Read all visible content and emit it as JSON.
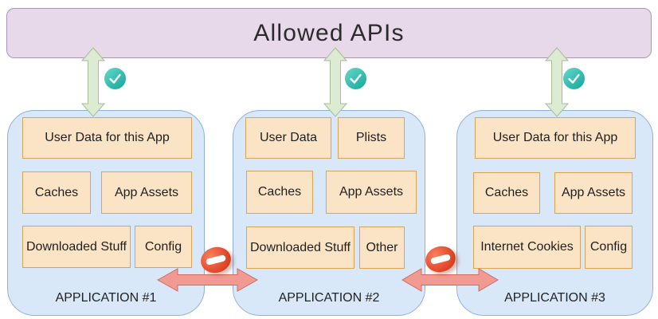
{
  "title": "Allowed APIs",
  "apps": [
    {
      "label": "APPLICATION #1",
      "boxes": [
        {
          "label": "User Data for this App"
        },
        {
          "label": "Caches"
        },
        {
          "label": "App Assets"
        },
        {
          "label": "Downloaded Stuff"
        },
        {
          "label": "Config"
        }
      ]
    },
    {
      "label": "APPLICATION #2",
      "boxes": [
        {
          "label": "User Data"
        },
        {
          "label": "Plists"
        },
        {
          "label": "Caches"
        },
        {
          "label": "App Assets"
        },
        {
          "label": "Downloaded Stuff"
        },
        {
          "label": "Other"
        }
      ]
    },
    {
      "label": "APPLICATION #3",
      "boxes": [
        {
          "label": "User Data for this App"
        },
        {
          "label": "Caches"
        },
        {
          "label": "App Assets"
        },
        {
          "label": "Internet Cookies"
        },
        {
          "label": "Config"
        }
      ]
    }
  ],
  "icons": {
    "allowed": "check-icon",
    "blocked": "no-entry-icon"
  },
  "colors": {
    "api_bar_fill": "#e7d9ea",
    "api_bar_border": "#aa96b2",
    "sandbox_fill": "#d8e8f8",
    "sandbox_border": "#8fafd9",
    "resource_fill": "#fbe4c6",
    "resource_border": "#d9a456",
    "allowed_arrow_fill": "#dcebd2",
    "allowed_arrow_border": "#a6bd97",
    "check_badge_teal": "#2abfae",
    "blocked_arrow_fill": "#f19a92",
    "blocked_arrow_border": "#ce6b62",
    "no_entry_red": "#e0482d"
  }
}
